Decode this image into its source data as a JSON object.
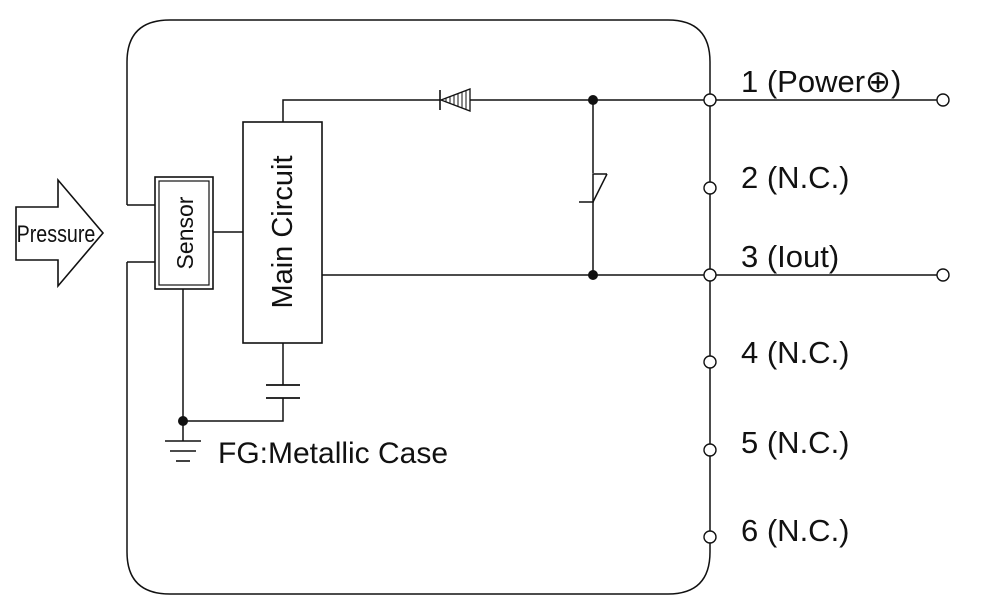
{
  "input": {
    "label": "Pressure"
  },
  "blocks": {
    "sensor": "Sensor",
    "main_circuit": "Main Circuit"
  },
  "ground": {
    "label": "FG:Metallic Case"
  },
  "pins": [
    {
      "label": "1 (Power",
      "suffix": "⊕)",
      "external": true
    },
    {
      "label": "2 (N.C.)",
      "suffix": "",
      "external": false
    },
    {
      "label": "3 (Iout)",
      "suffix": "",
      "external": true
    },
    {
      "label": "4 (N.C.)",
      "suffix": "",
      "external": false
    },
    {
      "label": "5 (N.C.)",
      "suffix": "",
      "external": false
    },
    {
      "label": "6 (N.C.)",
      "suffix": "",
      "external": false
    }
  ]
}
